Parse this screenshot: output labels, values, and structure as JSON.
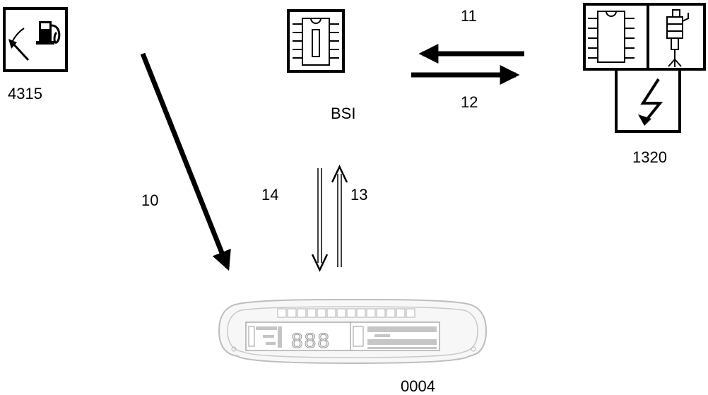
{
  "labels": {
    "fuel_gauge_id": "4315",
    "bsi": "BSI",
    "ecu_id": "1320",
    "cluster_id": "0004",
    "link_10": "10",
    "link_11": "11",
    "link_12": "12",
    "link_13": "13",
    "link_14": "14"
  },
  "cluster": {
    "digits": "888"
  },
  "icons": {
    "fuel_gauge": "fuel-pump-gauge-icon",
    "bsi": "chip-icon",
    "ecu": "chip-icon",
    "injector": "fuel-injector-icon",
    "ignition": "lightning-icon",
    "cluster": "instrument-cluster-icon"
  }
}
